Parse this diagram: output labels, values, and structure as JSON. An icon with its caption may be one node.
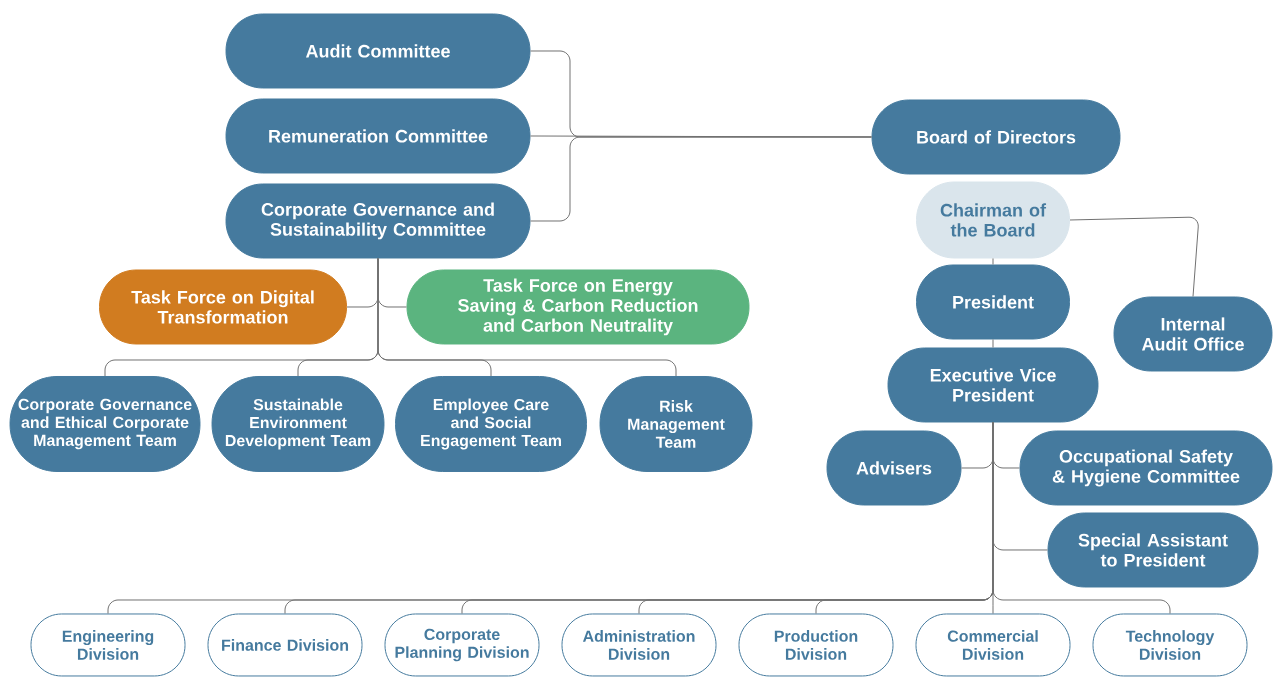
{
  "diagram": {
    "nodes": [
      {
        "text": [
          "Audit Committee"
        ]
      },
      {
        "text": [
          "Remuneration Committee"
        ]
      },
      {
        "text": [
          "Corporate Governance and Sustainability Committee"
        ]
      },
      {
        "text": [
          "Board of Directors"
        ]
      },
      {
        "text": [
          "Chairman of the Board"
        ]
      },
      {
        "text": [
          "President"
        ]
      },
      {
        "text": [
          "Executive Vice President"
        ]
      },
      {
        "text": [
          "Internal Audit Office"
        ]
      },
      {
        "text": [
          "Task Force on Digital Transformation"
        ]
      },
      {
        "text": [
          "Task Force on Energy Saving & Carbon Reduction and Carbon Neutrality"
        ]
      },
      {
        "text": [
          "Corporate Governance and Ethical Corporate Management Team"
        ]
      },
      {
        "text": [
          "Sustainable Environment Development Team"
        ]
      },
      {
        "text": [
          "Employee Care and Social Engagement Team"
        ]
      },
      {
        "text": [
          "Risk Management Team"
        ]
      },
      {
        "text": [
          "Advisers"
        ]
      },
      {
        "text": [
          "Occupational Safety & Hygiene Committee"
        ]
      },
      {
        "text": [
          "Special Assistant to President"
        ]
      },
      {
        "text": [
          "Engineering Division"
        ]
      },
      {
        "text": [
          "Finance Division"
        ]
      },
      {
        "text": [
          "Corporate Planning Division"
        ]
      },
      {
        "text": [
          "Administration Division"
        ]
      },
      {
        "text": [
          "Production Division"
        ]
      },
      {
        "text": [
          "Commercial Division"
        ]
      },
      {
        "text": [
          "Technology Division"
        ]
      }
    ],
    "edges": [
      {
        "from": 3,
        "to": 0,
        "arrow": "none"
      },
      {
        "from": 3,
        "to": 1,
        "arrow": "none"
      },
      {
        "from": 3,
        "to": 2,
        "arrow": "none"
      },
      {
        "from": 2,
        "to": 8,
        "arrow": "none"
      },
      {
        "from": 2,
        "to": 9,
        "arrow": "none"
      },
      {
        "from": 2,
        "to": 10,
        "arrow": "none"
      },
      {
        "from": 2,
        "to": 11,
        "arrow": "none"
      },
      {
        "from": 2,
        "to": 12,
        "arrow": "none"
      },
      {
        "from": 2,
        "to": 13,
        "arrow": "none"
      },
      {
        "from": 4,
        "to": 5,
        "arrow": "none"
      },
      {
        "from": 4,
        "to": 7,
        "arrow": "none"
      },
      {
        "from": 5,
        "to": 6,
        "arrow": "none"
      },
      {
        "from": 6,
        "to": 14,
        "arrow": "none"
      },
      {
        "from": 6,
        "to": 15,
        "arrow": "none"
      },
      {
        "from": 6,
        "to": 16,
        "arrow": "none"
      },
      {
        "from": 6,
        "to": 17,
        "arrow": "none"
      },
      {
        "from": 6,
        "to": 18,
        "arrow": "none"
      },
      {
        "from": 6,
        "to": 19,
        "arrow": "none"
      },
      {
        "from": 6,
        "to": 20,
        "arrow": "none"
      },
      {
        "from": 6,
        "to": 21,
        "arrow": "none"
      },
      {
        "from": 6,
        "to": 22,
        "arrow": "none"
      },
      {
        "from": 6,
        "to": 23,
        "arrow": "none"
      }
    ]
  }
}
